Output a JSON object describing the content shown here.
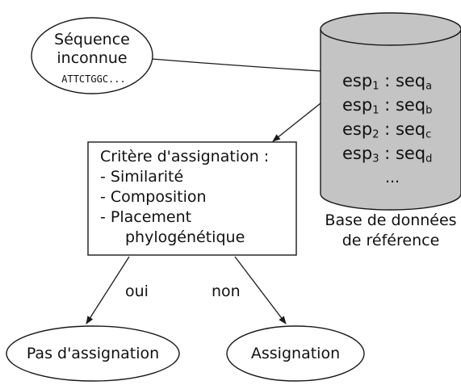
{
  "unknown_sequence": {
    "line1": "Séquence",
    "line2": "inconnue",
    "sequence": "ATTCTGGC..."
  },
  "database": {
    "entries": [
      {
        "species": "esp",
        "species_index": "1",
        "separator": ":",
        "seq": "seq",
        "seq_index": "a"
      },
      {
        "species": "esp",
        "species_index": "1",
        "separator": ":",
        "seq": "seq",
        "seq_index": "b"
      },
      {
        "species": "esp",
        "species_index": "2",
        "separator": ":",
        "seq": "seq",
        "seq_index": "c"
      },
      {
        "species": "esp",
        "species_index": "3",
        "separator": ":",
        "seq": "seq",
        "seq_index": "d"
      }
    ],
    "ellipsis": "...",
    "caption_line1": "Base de données",
    "caption_line2": "de référence"
  },
  "criteria": {
    "title": "Critère d'assignation :",
    "items": [
      "- Similarité",
      "- Composition",
      "- Placement"
    ],
    "item_continuation": "phylogénétique"
  },
  "branches": {
    "yes_label": "oui",
    "no_label": "non"
  },
  "outcomes": {
    "no_assignment": "Pas d'assignation",
    "assignment": "Assignation"
  },
  "colors": {
    "cylinder_fill": "#c4c4c4",
    "stroke": "#1a1a1a"
  }
}
